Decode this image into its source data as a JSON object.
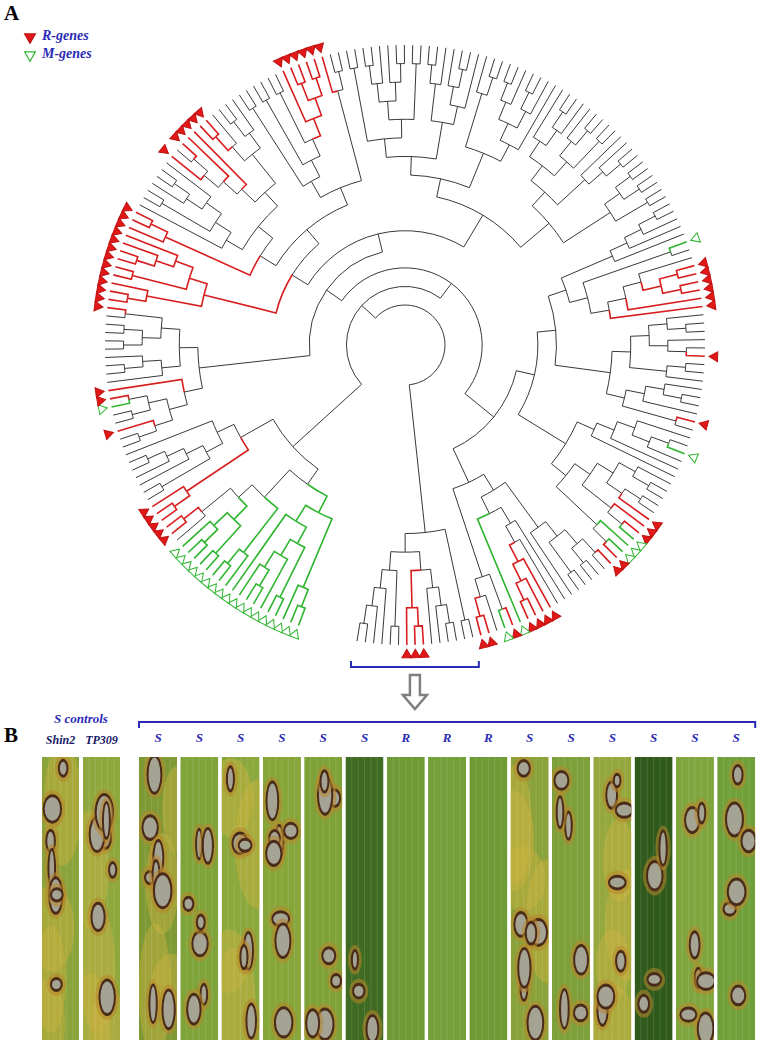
{
  "diagram": {
    "labels": [
      "A",
      "B",
      "S controls",
      "Shin2",
      "TP309",
      "S",
      "S",
      "S",
      "S",
      "S",
      "S",
      "R",
      "R",
      "R",
      "S",
      "S",
      "S",
      "S",
      "S",
      "S"
    ],
    "legend": [
      {
        "text": "R-genes"
      },
      {
        "text": "M-genes"
      }
    ]
  }
}
